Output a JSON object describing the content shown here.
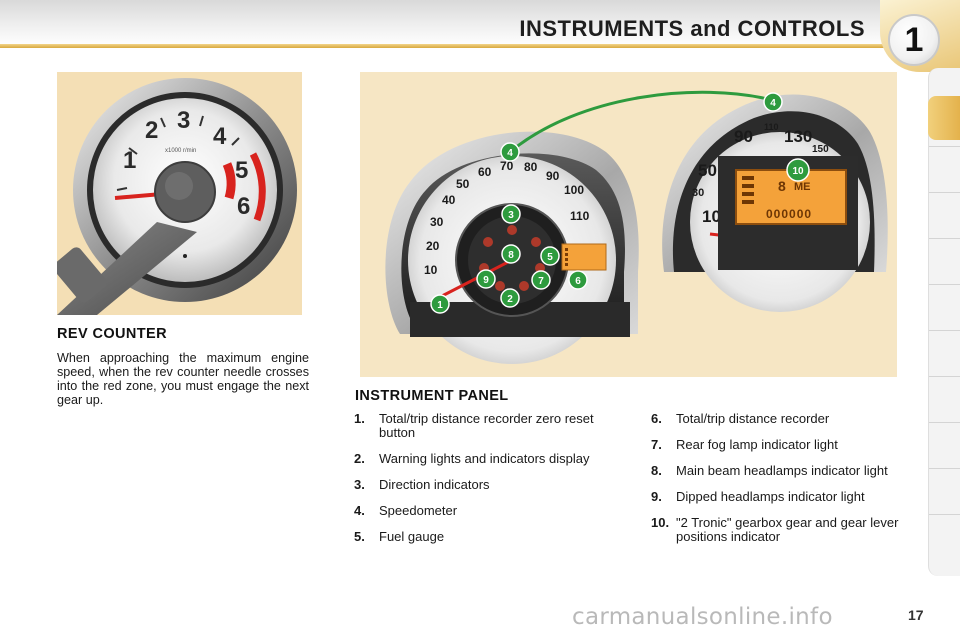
{
  "header": {
    "title": "INSTRUMENTS and CONTROLS",
    "chapter_number": "1"
  },
  "rev_counter": {
    "heading": "REV COUNTER",
    "body": "When approaching the maximum engine speed, when the rev counter needle crosses into the red zone, you must engage the next gear up.",
    "dial_numbers": [
      "1",
      "2",
      "3",
      "4",
      "5",
      "6"
    ],
    "dial_small_text": "x1000 r/min"
  },
  "instrument_panel": {
    "heading": "INSTRUMENT PANEL",
    "speedo_numbers": [
      "10",
      "20",
      "30",
      "40",
      "50",
      "60",
      "70",
      "80",
      "90",
      "100",
      "110"
    ],
    "zoom_speedo_numbers": [
      "10",
      "30",
      "50",
      "90",
      "110",
      "130",
      "150"
    ],
    "callouts": [
      "1",
      "2",
      "3",
      "4",
      "5",
      "6",
      "7",
      "8",
      "9",
      "10"
    ],
    "legend_left": [
      {
        "num": "1.",
        "text": "Total/trip distance recorder zero reset button"
      },
      {
        "num": "2.",
        "text": "Warning lights and indicators display"
      },
      {
        "num": "3.",
        "text": "Direction indicators"
      },
      {
        "num": "4.",
        "text": "Speedometer"
      },
      {
        "num": "5.",
        "text": "Fuel gauge"
      }
    ],
    "legend_right": [
      {
        "num": "6.",
        "text": "Total/trip distance recorder"
      },
      {
        "num": "7.",
        "text": "Rear fog lamp indicator light"
      },
      {
        "num": "8.",
        "text": "Main beam headlamps indicator light"
      },
      {
        "num": "9.",
        "text": "Dipped headlamps indicator light"
      },
      {
        "num": "10.",
        "text": "\"2 Tronic\" gearbox gear and gear lever positions indicator"
      }
    ],
    "lcd_gear": "8",
    "lcd_mode": "ME",
    "lcd_odometer": "000000"
  },
  "page_number": "17",
  "watermark": "carmanualsonline.info",
  "colors": {
    "accent_gold": "#e4b24c",
    "callout_green": "#2e9b3e",
    "needle_red": "#d8231e",
    "lcd_orange": "#f4a23a"
  }
}
